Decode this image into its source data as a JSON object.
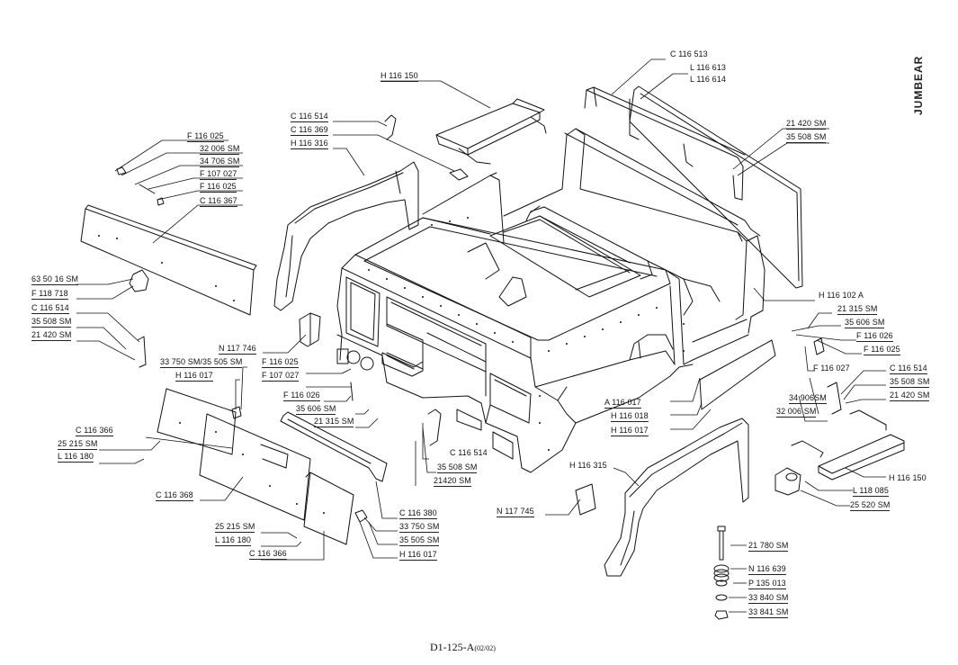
{
  "document": {
    "code": "D1-125-A",
    "revision": "(02/02)",
    "brand": "JUMBEAR"
  },
  "callouts": [
    {
      "id": "F116025a",
      "text": "F 116 025"
    },
    {
      "id": "32006SMa",
      "text": "32 006 SM"
    },
    {
      "id": "34706SM",
      "text": "34 706 SM"
    },
    {
      "id": "F107027a",
      "text": "F 107 027"
    },
    {
      "id": "F116025b",
      "text": "F 116 025"
    },
    {
      "id": "C116367",
      "text": "C 116 367"
    },
    {
      "id": "C116514a",
      "text": "C 116 514"
    },
    {
      "id": "C116369",
      "text": "C 116 369"
    },
    {
      "id": "H116316",
      "text": "H 116 316"
    },
    {
      "id": "H116150a",
      "text": "H 116 150"
    },
    {
      "id": "C116513",
      "text": "C 116 513"
    },
    {
      "id": "L116613",
      "text": "L 116 613"
    },
    {
      "id": "L116614",
      "text": "L 116 614"
    },
    {
      "id": "21420SMa",
      "text": "21 420 SM"
    },
    {
      "id": "35508SMa",
      "text": "35 508 SM"
    },
    {
      "id": "635016SM",
      "text": "63 50 16 SM"
    },
    {
      "id": "F118718",
      "text": "F 118 718"
    },
    {
      "id": "C116514b",
      "text": "C 116 514"
    },
    {
      "id": "35508SMb",
      "text": "35 508 SM"
    },
    {
      "id": "21420SMb",
      "text": "21 420 SM"
    },
    {
      "id": "N117746",
      "text": "N 117 746"
    },
    {
      "id": "33750SM35505SM",
      "text": "33 750 SM/35 505 SM"
    },
    {
      "id": "H116017a",
      "text": "H 116 017"
    },
    {
      "id": "F116025c",
      "text": "F 116 025"
    },
    {
      "id": "F107027b",
      "text": "F 107 027"
    },
    {
      "id": "F116026a",
      "text": "F 116 026"
    },
    {
      "id": "35606SMa",
      "text": "35 606 SM"
    },
    {
      "id": "21315SMa",
      "text": "21 315 SM"
    },
    {
      "id": "C116366a",
      "text": "C 116 366"
    },
    {
      "id": "25215SMa",
      "text": "25 215 SM"
    },
    {
      "id": "L116180a",
      "text": "L 116 180"
    },
    {
      "id": "C116368",
      "text": "C 116 368"
    },
    {
      "id": "25215SMb",
      "text": "25 215 SM"
    },
    {
      "id": "L116180b",
      "text": "L 116 180"
    },
    {
      "id": "C116366b",
      "text": "C 116 366"
    },
    {
      "id": "C116514c",
      "text": "C 116 514"
    },
    {
      "id": "35508SMc",
      "text": "35 508 SM"
    },
    {
      "id": "21420SMc",
      "text": "21420 SM"
    },
    {
      "id": "C116380",
      "text": "C 116 380"
    },
    {
      "id": "33750SM",
      "text": "33 750 SM"
    },
    {
      "id": "35505SM",
      "text": "35 505 SM"
    },
    {
      "id": "H116017b",
      "text": "H 116 017"
    },
    {
      "id": "H116102A",
      "text": "H 116 102 A"
    },
    {
      "id": "21315SMb",
      "text": "21 315 SM"
    },
    {
      "id": "35606SMb",
      "text": "35 606 SM"
    },
    {
      "id": "F116026b",
      "text": "F 116 026"
    },
    {
      "id": "F116025d",
      "text": "F 116 025"
    },
    {
      "id": "F116027",
      "text": "F 116 027"
    },
    {
      "id": "C116514d",
      "text": "C 116 514"
    },
    {
      "id": "35508SMd",
      "text": "35 508 SM"
    },
    {
      "id": "21420SMd",
      "text": "21 420 SM"
    },
    {
      "id": "34906SM",
      "text": "34 906SM"
    },
    {
      "id": "32006SMb",
      "text": "32 006 SM"
    },
    {
      "id": "A116017",
      "text": "A 116 017"
    },
    {
      "id": "H116018",
      "text": "H 116 018"
    },
    {
      "id": "H116017c",
      "text": "H 116 017"
    },
    {
      "id": "H116315",
      "text": "H 116 315"
    },
    {
      "id": "N117745",
      "text": "N 117 745"
    },
    {
      "id": "H116150b",
      "text": "H 116 150"
    },
    {
      "id": "L118085",
      "text": "L 118 085"
    },
    {
      "id": "25520SM",
      "text": "25 520 SM"
    },
    {
      "id": "21780SM",
      "text": "21 780 SM"
    },
    {
      "id": "N116639",
      "text": "N 116 639"
    },
    {
      "id": "P135013",
      "text": "P 135 013"
    },
    {
      "id": "33840SM",
      "text": "33 840 SM"
    },
    {
      "id": "33841SM",
      "text": "33 841 SM"
    }
  ]
}
